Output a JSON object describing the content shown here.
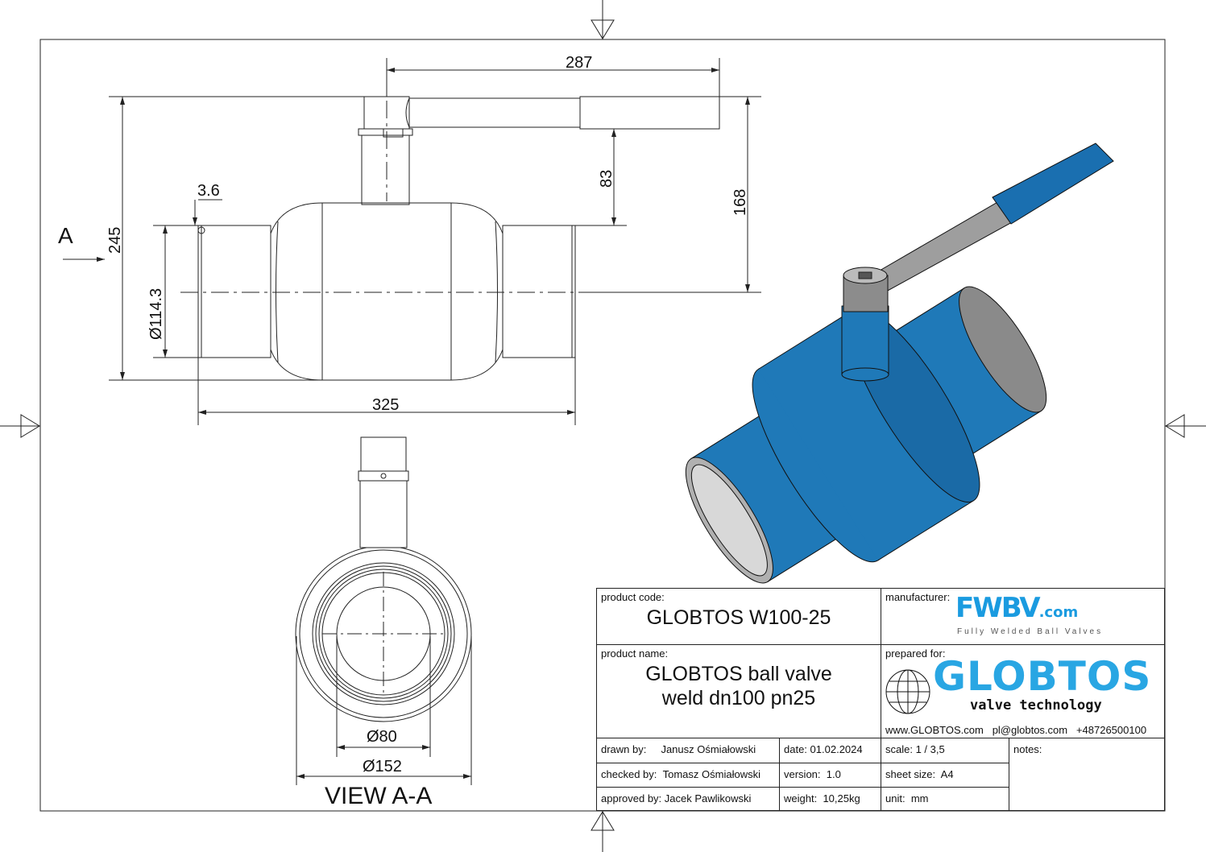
{
  "drawing": {
    "dimensions": {
      "handle_length": "287",
      "overall_height": "245",
      "axis_to_handle_top": "168",
      "stem_height": "83",
      "face_to_face": "325",
      "pipe_od": "Ø114.3",
      "wall": "3.6",
      "bore": "Ø80",
      "body_od": "Ø152"
    },
    "view_marker": "A",
    "view_label": "VIEW A-A",
    "colors": {
      "body": "#1f79b8",
      "grip": "#1a6fb0",
      "steel": "#9a9a9a",
      "line": "#222222"
    }
  },
  "title_block": {
    "product_code_label": "product code:",
    "product_code": "GLOBTOS W100-25",
    "manufacturer_label": "manufacturer:",
    "manufacturer_logo": "FWBV",
    "manufacturer_logo_suffix": ".com",
    "manufacturer_tagline": "Fully Welded Ball Valves",
    "product_name_label": "product name:",
    "product_name_line1": "GLOBTOS ball valve",
    "product_name_line2": "weld dn100 pn25",
    "prepared_for_label": "prepared for:",
    "client_logo": "GLOBTOS",
    "client_tagline": "valve technology",
    "website": "www.GLOBTOS.com",
    "email": "pl@globtos.com",
    "phone": "+48726500100",
    "drawn_by_label": "drawn by:",
    "drawn_by": "Janusz Ośmiałowski",
    "checked_by_label": "checked by:",
    "checked_by": "Tomasz Ośmiałowski",
    "approved_by_label": "approved by:",
    "approved_by": "Jacek Pawlikowski",
    "date_label": "date:",
    "date": "01.02.2024",
    "version_label": "version:",
    "version": "1.0",
    "weight_label": "weight:",
    "weight": "10,25kg",
    "scale_label": "scale:",
    "scale": "1 / 3,5",
    "sheet_size_label": "sheet size:",
    "sheet_size": "A4",
    "unit_label": "unit:",
    "unit": "mm",
    "notes_label": "notes:"
  }
}
